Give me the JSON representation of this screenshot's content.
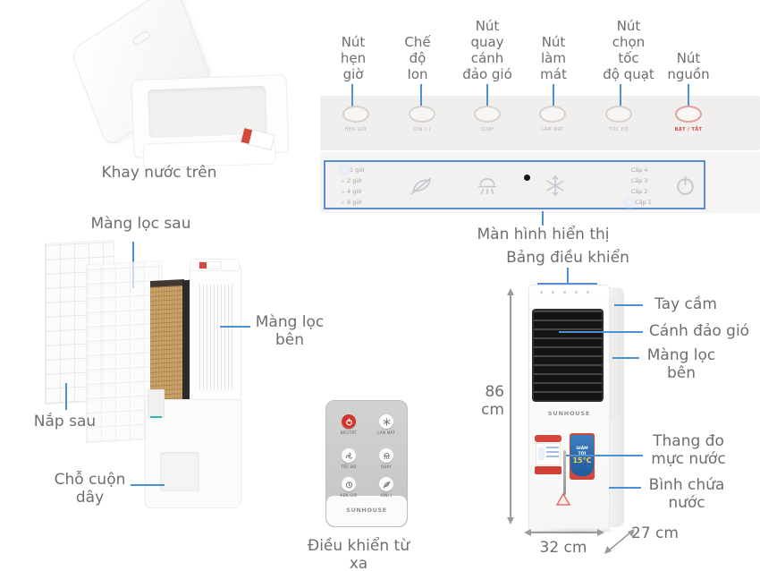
{
  "colors": {
    "accent_blue": "#4e90d4",
    "label_gray": "#6e6e6e",
    "panel_red": "#cf4a42",
    "display_border": "#5a8ed1",
    "honeycomb": "#c9a36a"
  },
  "tray": {
    "caption": "Khay nước trên"
  },
  "control_panel": {
    "labels": [
      {
        "text": "Nút\nhẹn\ngiờ"
      },
      {
        "text": "Chế\nđộ\nIon"
      },
      {
        "text": "Nút\nquay\ncánh\nđảo gió"
      },
      {
        "text": "Nút\nlàm\nmát"
      },
      {
        "text": "Nút\nchọn\ntốc\nđộ quạt"
      },
      {
        "text": "Nút\nnguồn"
      }
    ],
    "buttons": [
      {
        "label": "HẸN GIỜ"
      },
      {
        "label": "ION (-)"
      },
      {
        "label": "QUAY"
      },
      {
        "label": "LÀM MÁT"
      },
      {
        "label": "TỐC ĐỘ"
      },
      {
        "label": "BẬT / TẮT"
      }
    ],
    "display": {
      "timers": [
        "1 giờ",
        "2 giờ",
        "4 giờ",
        "8 giờ"
      ],
      "levels": [
        "Cấp 4",
        "Cấp 3",
        "Cấp 2",
        "Cấp 1"
      ],
      "icons": [
        "leaf-icon",
        "swing-icon",
        "sensor-dot",
        "snowflake-icon",
        "power-icon"
      ],
      "caption": "Màn hình hiển thị"
    }
  },
  "left_section": {
    "rear_filter": "Màng lọc sau",
    "side_filter": "Màng lọc\nbên",
    "rear_cover": "Nắp sau",
    "cord_winder": "Chỗ cuộn\ndây"
  },
  "remote": {
    "caption": "Điều khiển từ xa",
    "brand": "SUNHOUSE",
    "buttons": [
      {
        "label": "BẬT/TẮT",
        "icon": "power-icon"
      },
      {
        "label": "LÀM MÁT",
        "icon": "snowflake-icon"
      },
      {
        "label": "TỐC ĐỘ",
        "icon": "fan-icon"
      },
      {
        "label": "QUAY",
        "icon": "swing-icon"
      },
      {
        "label": "HẸN GIỜ",
        "icon": "timer-icon"
      },
      {
        "label": "ION(-)",
        "icon": "leaf-icon"
      }
    ]
  },
  "unit": {
    "panel_caption": "Bảng điều khiển",
    "brand": "SUNHOUSE",
    "handle": "Tay cầm",
    "louver": "Cánh đảo gió",
    "side_filter": "Màng lọc\nbên",
    "water_gauge": "Thang đo\nmực nước",
    "water_tank": "Bình chứa\nnước",
    "badge_text": "GIẢM\nTỚI",
    "badge_value": "15°C",
    "dims": {
      "height": "86 cm",
      "width": "32 cm",
      "depth": "27 cm"
    }
  }
}
